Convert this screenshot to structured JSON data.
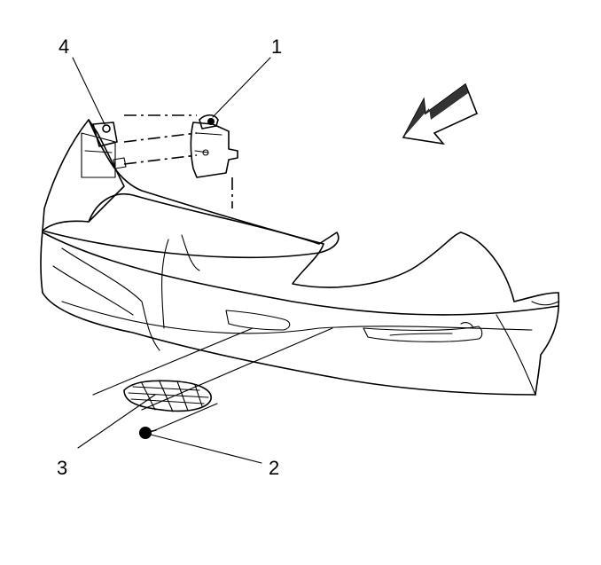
{
  "diagram": {
    "callouts": [
      {
        "id": "1",
        "label": "1"
      },
      {
        "id": "2",
        "label": "2"
      },
      {
        "id": "3",
        "label": "3"
      },
      {
        "id": "4",
        "label": "4"
      }
    ],
    "colors": {
      "line": "#000000",
      "fill": "#ffffff",
      "arrow_dark": "#333333"
    },
    "icons": [
      "front-direction-arrow-icon"
    ]
  }
}
